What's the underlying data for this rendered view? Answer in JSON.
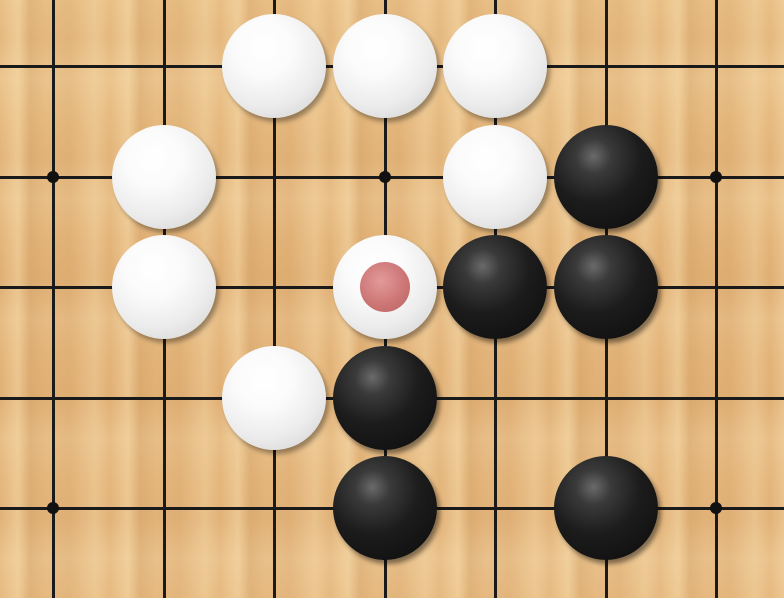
{
  "board": {
    "type": "go",
    "visible_columns": 8,
    "visible_rows": 6,
    "star_points": [
      [
        0,
        1
      ],
      [
        3,
        1
      ],
      [
        6,
        1
      ],
      [
        0,
        4
      ],
      [
        6,
        4
      ]
    ],
    "stones": [
      {
        "color": "white",
        "col": 2,
        "row": 0
      },
      {
        "color": "white",
        "col": 3,
        "row": 0
      },
      {
        "color": "white",
        "col": 4,
        "row": 0
      },
      {
        "color": "white",
        "col": 1,
        "row": 1
      },
      {
        "color": "white",
        "col": 4,
        "row": 1
      },
      {
        "color": "black",
        "col": 5,
        "row": 1
      },
      {
        "color": "white",
        "col": 1,
        "row": 2
      },
      {
        "color": "white",
        "col": 3,
        "row": 2,
        "last_move": true
      },
      {
        "color": "black",
        "col": 4,
        "row": 2
      },
      {
        "color": "black",
        "col": 5,
        "row": 2
      },
      {
        "color": "white",
        "col": 2,
        "row": 3
      },
      {
        "color": "black",
        "col": 3,
        "row": 3
      },
      {
        "color": "black",
        "col": 3,
        "row": 4
      },
      {
        "color": "black",
        "col": 5,
        "row": 4
      }
    ],
    "colors": {
      "wood": "#e4b67c",
      "line": "#1a1a1a",
      "last_move_marker": "#cd7676"
    }
  }
}
